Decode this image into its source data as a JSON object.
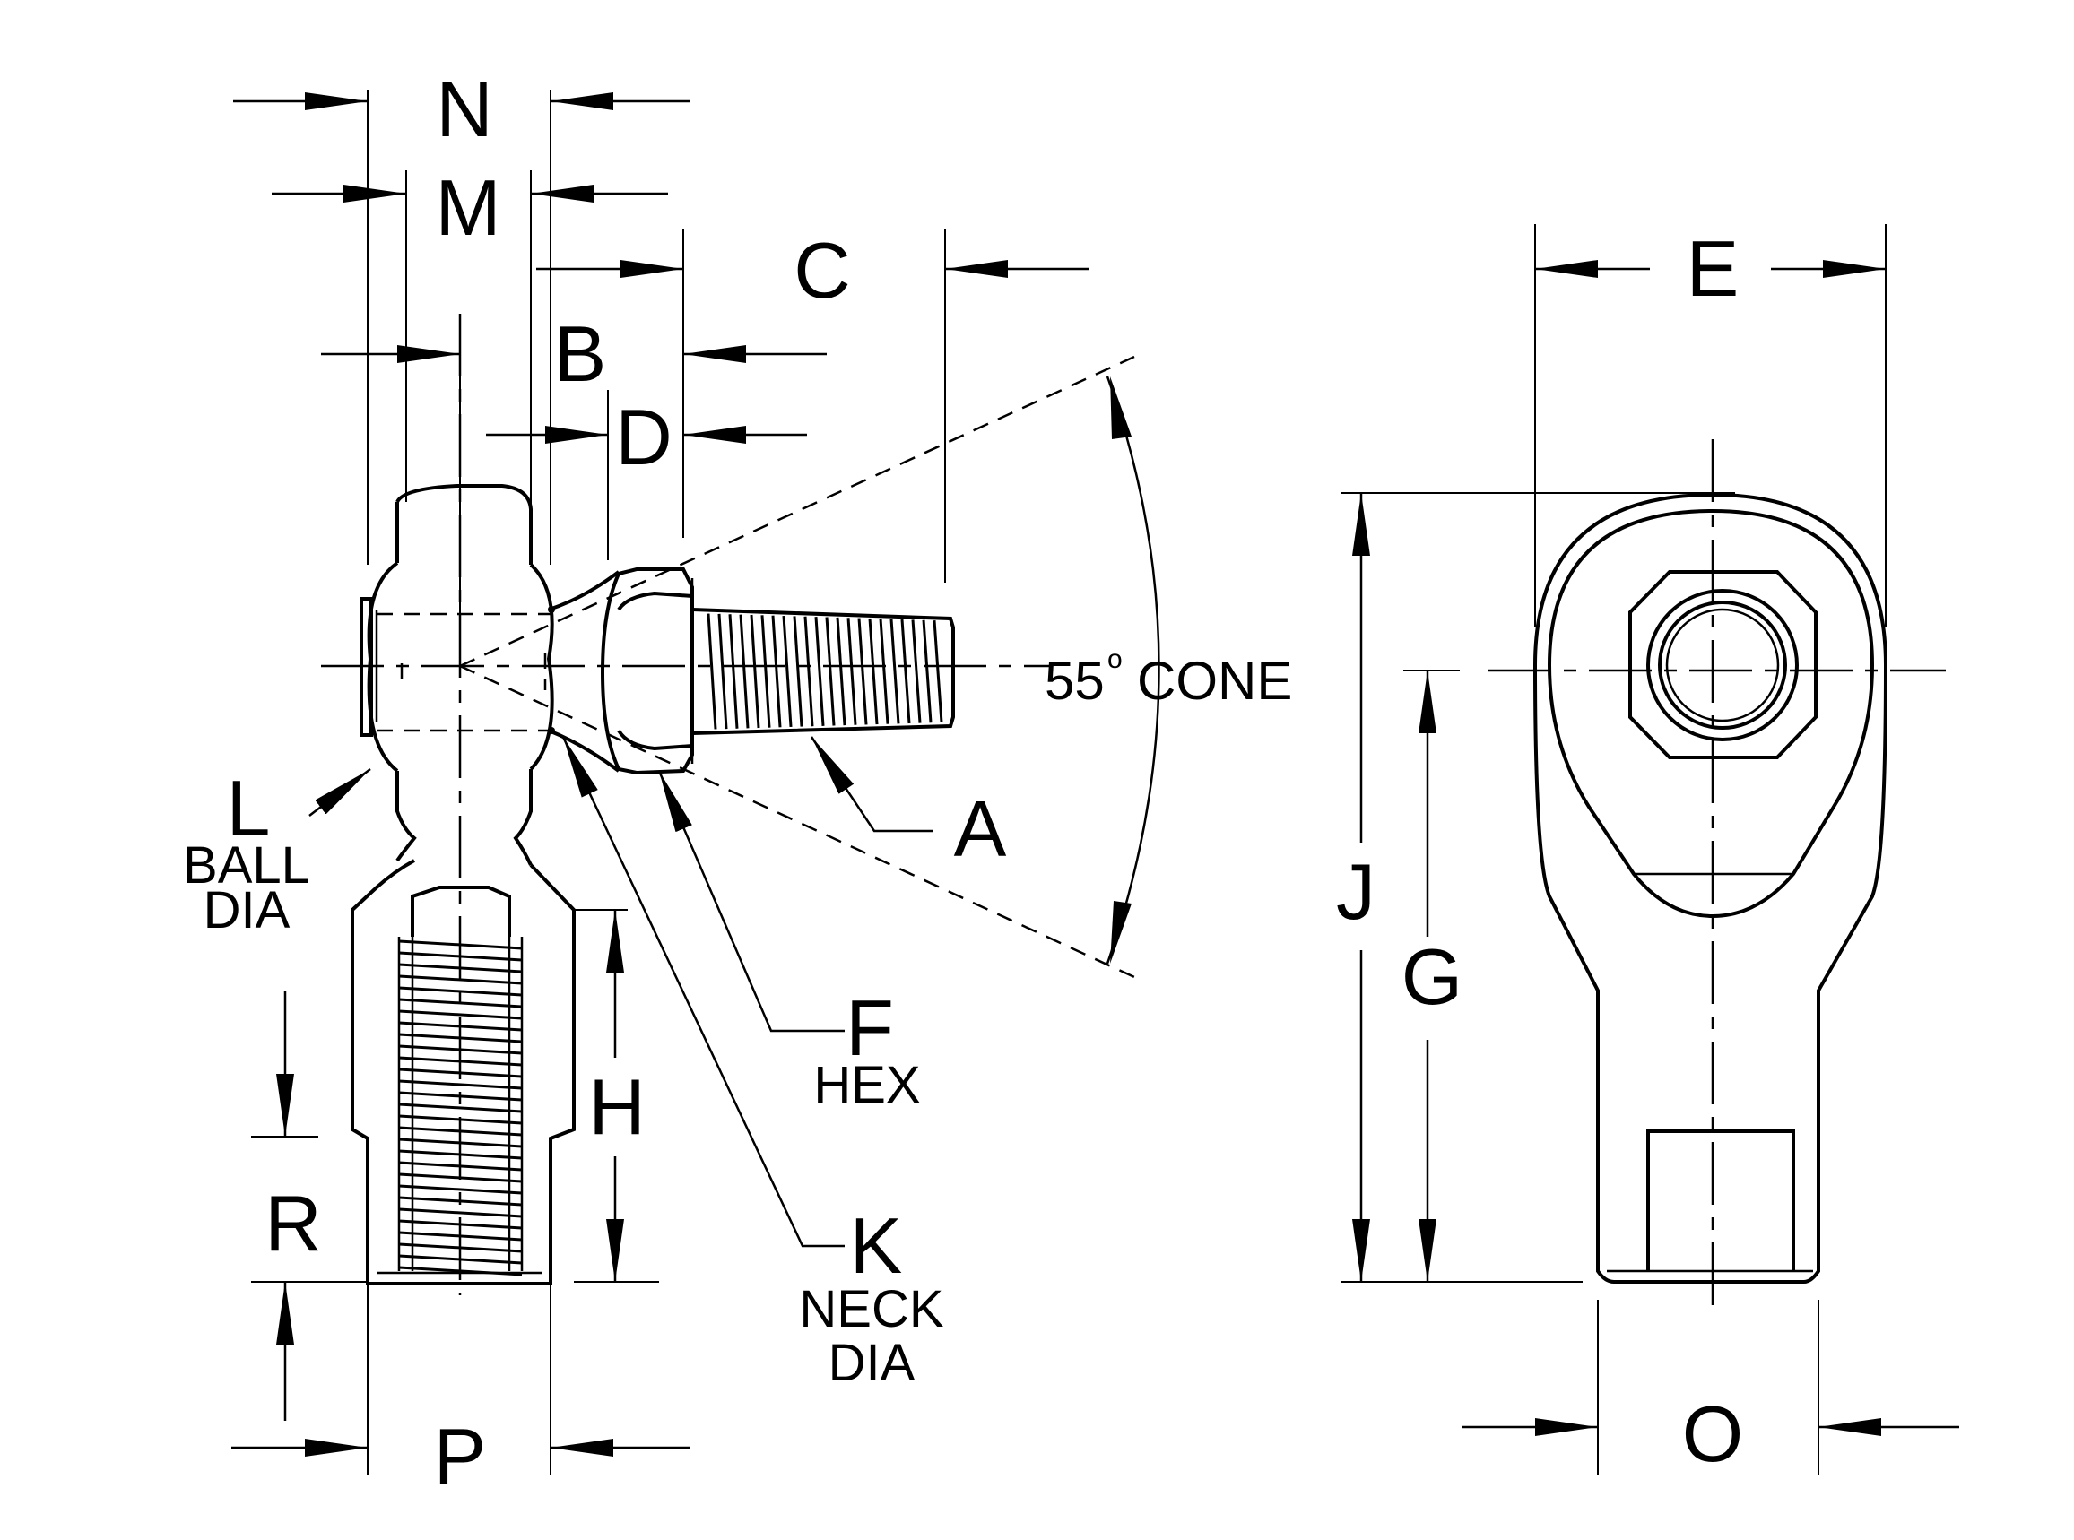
{
  "labels": {
    "n": "N",
    "m": "M",
    "b": "B",
    "c": "C",
    "d": "D",
    "e": "E",
    "l": "L",
    "l_sub_1": "BALL",
    "l_sub_2": "DIA",
    "a": "A",
    "f": "F",
    "f_sub": "HEX",
    "h": "H",
    "r": "R",
    "k": "K",
    "k_sub_1": "NECK",
    "k_sub_2": "DIA",
    "p": "P",
    "j": "J",
    "g": "G",
    "o": "O",
    "cone_number": "55",
    "cone_degree": "o",
    "cone_word": "CONE"
  }
}
